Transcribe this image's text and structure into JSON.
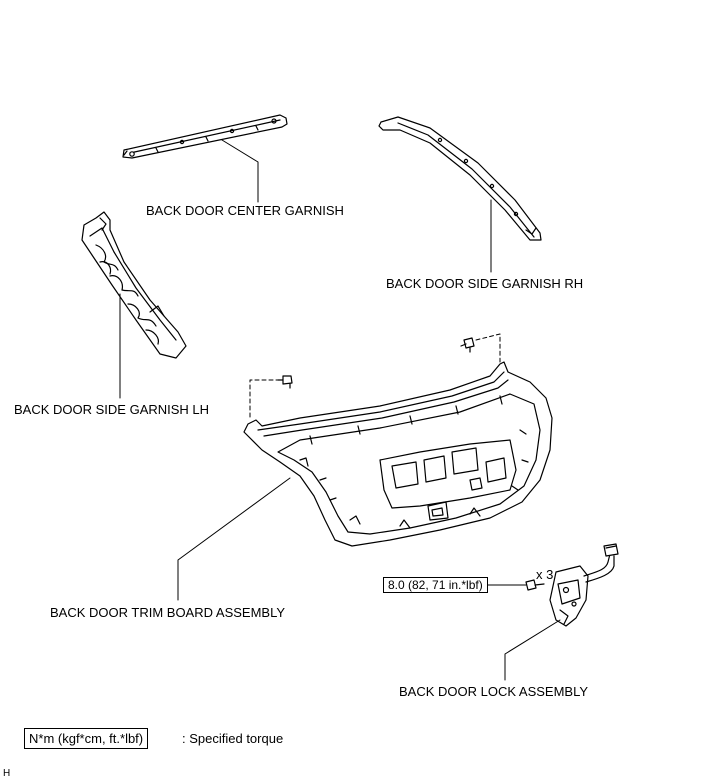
{
  "labels": {
    "center_garnish": "BACK DOOR CENTER GARNISH",
    "side_garnish_rh": "BACK DOOR SIDE GARNISH RH",
    "side_garnish_lh": "BACK DOOR SIDE GARNISH LH",
    "trim_board": "BACK DOOR TRIM BOARD ASSEMBLY",
    "lock_assembly": "BACK DOOR LOCK ASSEMBLY"
  },
  "torque": {
    "value": "8.0 (82, 71 in.*lbf)",
    "quantity": "x 3"
  },
  "legend": {
    "unit_box": "N*m (kgf*cm, ft.*lbf)",
    "description": ": Specified torque"
  },
  "corner_code": "H"
}
